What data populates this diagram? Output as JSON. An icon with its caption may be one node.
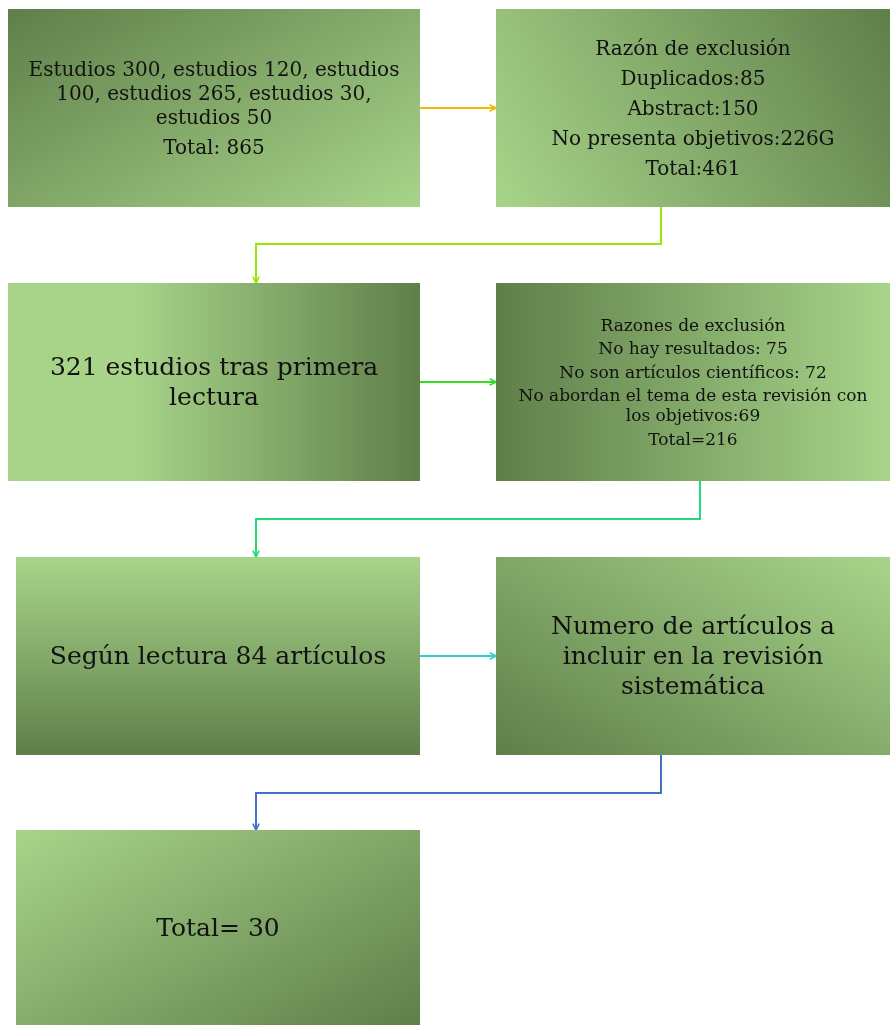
{
  "diagram": {
    "nodes": [
      {
        "text": [
          "Estudios 300, estudios 120, estudios 100, estudios 265, estudios 30, estudios 50",
          "Total: 865"
        ]
      },
      {
        "text": [
          "Razón de exclusión",
          "Duplicados:85",
          "Abstract:150",
          "No presenta objetivos:226G",
          "Total:461"
        ]
      },
      {
        "text": [
          "321 estudios tras primera lectura"
        ]
      },
      {
        "text": [
          "Razones de exclusión",
          "No hay resultados: 75",
          "No son artículos científicos: 72",
          "No abordan el tema de esta revisión con los objetivos:69",
          "Total=216"
        ]
      },
      {
        "text": [
          "Según lectura 84 artículos"
        ]
      },
      {
        "text": [
          "Numero de artículos a incluir en la revisión sistemática"
        ]
      },
      {
        "text": [
          "Total= 30"
        ]
      }
    ],
    "edges": [
      {
        "from": 0,
        "to": 1,
        "arrow": "to",
        "color": "#f5b800"
      },
      {
        "from": 1,
        "to": 2,
        "arrow": "to",
        "color": "#99e600"
      },
      {
        "from": 2,
        "to": 3,
        "arrow": "to",
        "color": "#33dd22"
      },
      {
        "from": 3,
        "to": 4,
        "arrow": "to",
        "color": "#22dd77"
      },
      {
        "from": 4,
        "to": 5,
        "arrow": "to",
        "color": "#33cccc"
      },
      {
        "from": 5,
        "to": 6,
        "arrow": "to",
        "color": "#4472c4"
      }
    ]
  }
}
